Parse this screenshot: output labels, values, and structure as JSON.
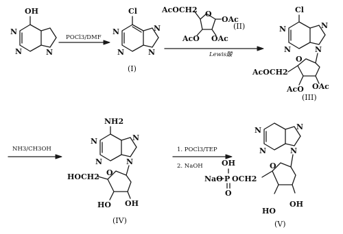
{
  "scheme": {
    "labels": {
      "c1": "I",
      "c2": "II",
      "c3": "III",
      "c4": "IV",
      "c5": "V"
    },
    "conditions": {
      "step1": "POCl3/DMF",
      "step2": "Lewis酸",
      "step3": "NH3/CH3OH",
      "step4a": "1. POCl3/TEP",
      "step4b": "2. NaOH"
    },
    "atoms": {
      "hypoxanthine_oh": "OH",
      "chloropurine_cl": "Cl",
      "ribose_tetraacetate_ch2": "AcOCH2",
      "ribose_tetraacetate_1": "OAc",
      "ribose_tetraacetate_2": "AcO",
      "ribose_tetraacetate_3": "OAc",
      "nucleoside_cl": "Cl",
      "nucleoside_ch2": "AcOCH2",
      "nucleoside_o2": "AcO",
      "nucleoside_o3": "OAc",
      "adenosine_nh2": "NH2",
      "adenosine_ch2": "HOCH2",
      "adenosine_oh2": "HO",
      "adenosine_oh3": "OH",
      "phosphate_oh": "OH",
      "phosphate_na": "NaO",
      "phosphate_p": "P",
      "phosphate_o": "O",
      "phosphate_och2": "OCH2",
      "product_oh2": "HO",
      "product_oh3": "OH"
    },
    "ring_atoms": {
      "n": "N",
      "o": "O"
    }
  }
}
